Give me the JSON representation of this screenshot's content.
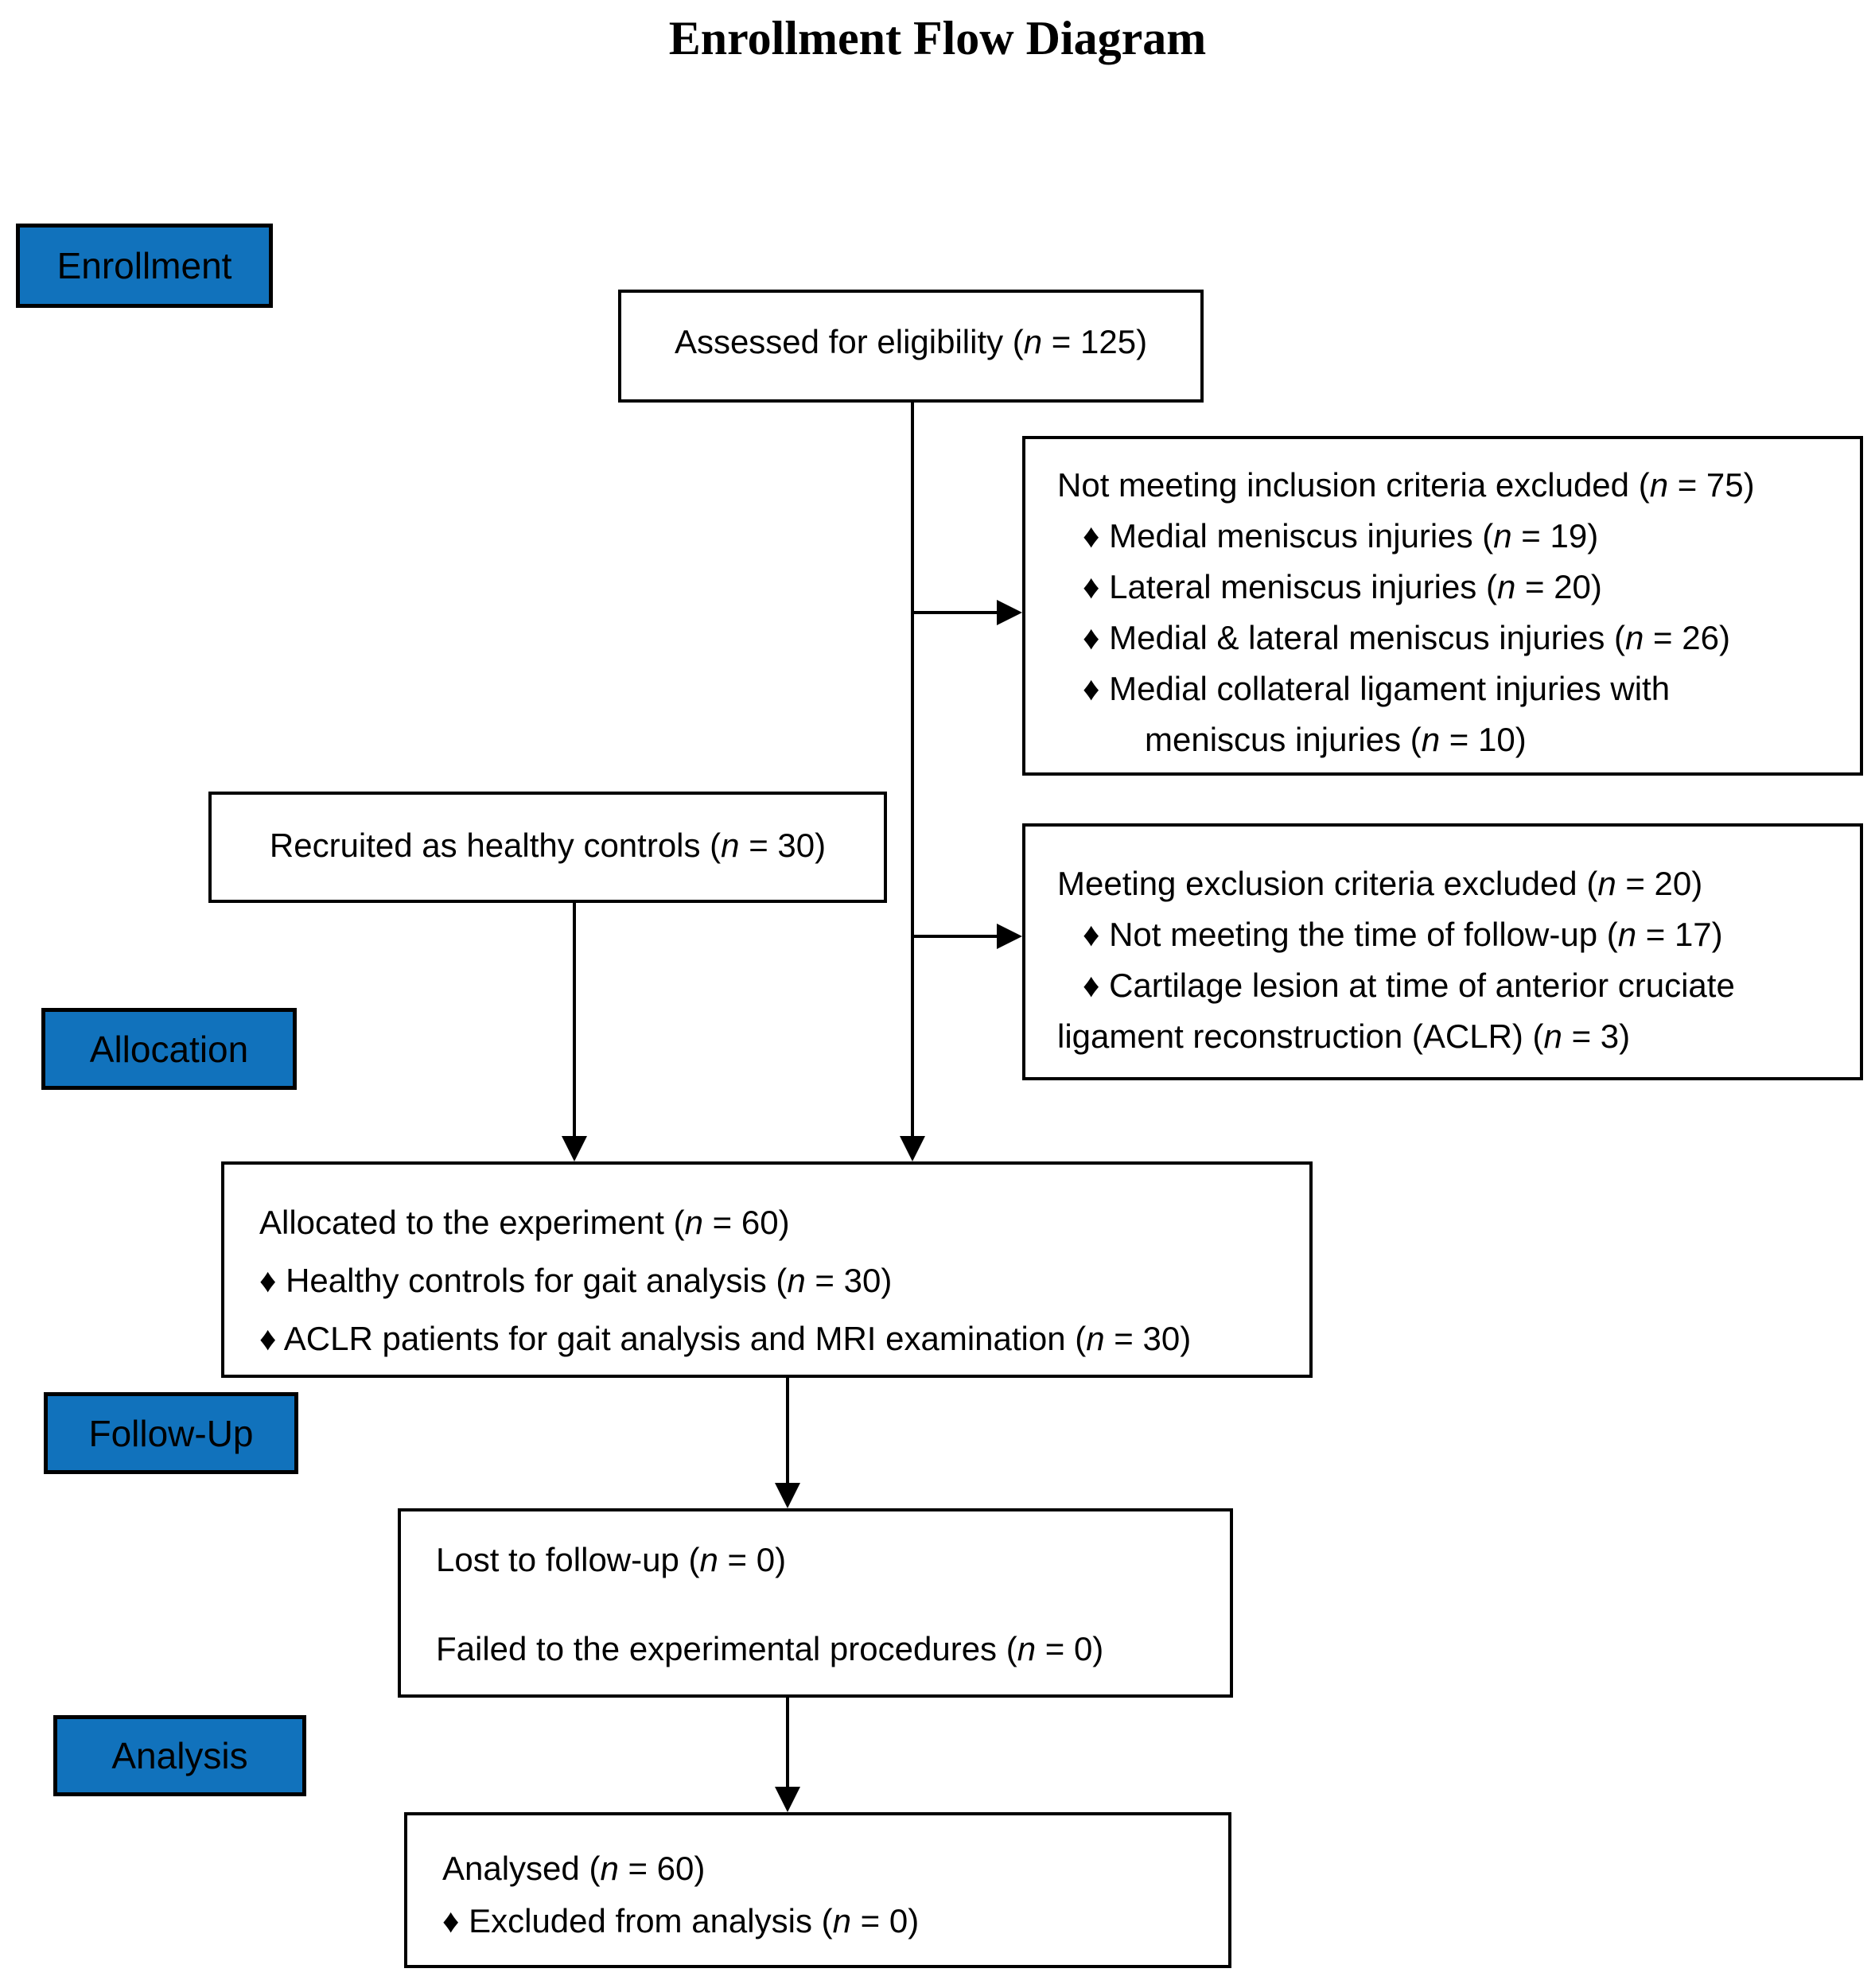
{
  "title": "Enrollment Flow Diagram",
  "colors": {
    "stage_fill": "#1172BC",
    "box_border": "#000000",
    "text": "#000000",
    "background": "#FFFFFF"
  },
  "stages": {
    "enrollment": "Enrollment",
    "allocation": "Allocation",
    "followup": "Follow-Up",
    "analysis": "Analysis"
  },
  "boxes": {
    "assessed": {
      "lines": [
        "Assessed for eligibility (n = 125)"
      ]
    },
    "not_meeting": {
      "lines": [
        "Not meeting inclusion criteria excluded (n = 75)",
        "♦ Medial meniscus injuries (n = 19)",
        "♦ Lateral meniscus injuries (n = 20)",
        "♦ Medial & lateral meniscus injuries (n = 26)",
        "♦ Medial collateral ligament injuries with",
        "meniscus injuries (n = 10)"
      ]
    },
    "recruited": {
      "lines": [
        "Recruited as healthy controls (n = 30)"
      ]
    },
    "meeting_exclusion": {
      "lines": [
        "Meeting exclusion criteria excluded (n = 20)",
        "♦ Not meeting the time of follow-up (n = 17)",
        "♦ Cartilage lesion at time of anterior cruciate",
        "ligament reconstruction (ACLR) (n = 3)"
      ]
    },
    "allocated": {
      "lines": [
        "Allocated to the experiment (n = 60)",
        "♦ Healthy controls for gait analysis (n = 30)",
        "♦ ACLR patients for gait analysis and MRI examination (n = 30)"
      ]
    },
    "lost": {
      "lines": [
        "Lost to follow-up (n = 0)",
        "Failed to the experimental procedures (n = 0)"
      ]
    },
    "analysed": {
      "lines": [
        "Analysed (n = 60)",
        "♦ Excluded from analysis (n = 0)"
      ]
    }
  }
}
